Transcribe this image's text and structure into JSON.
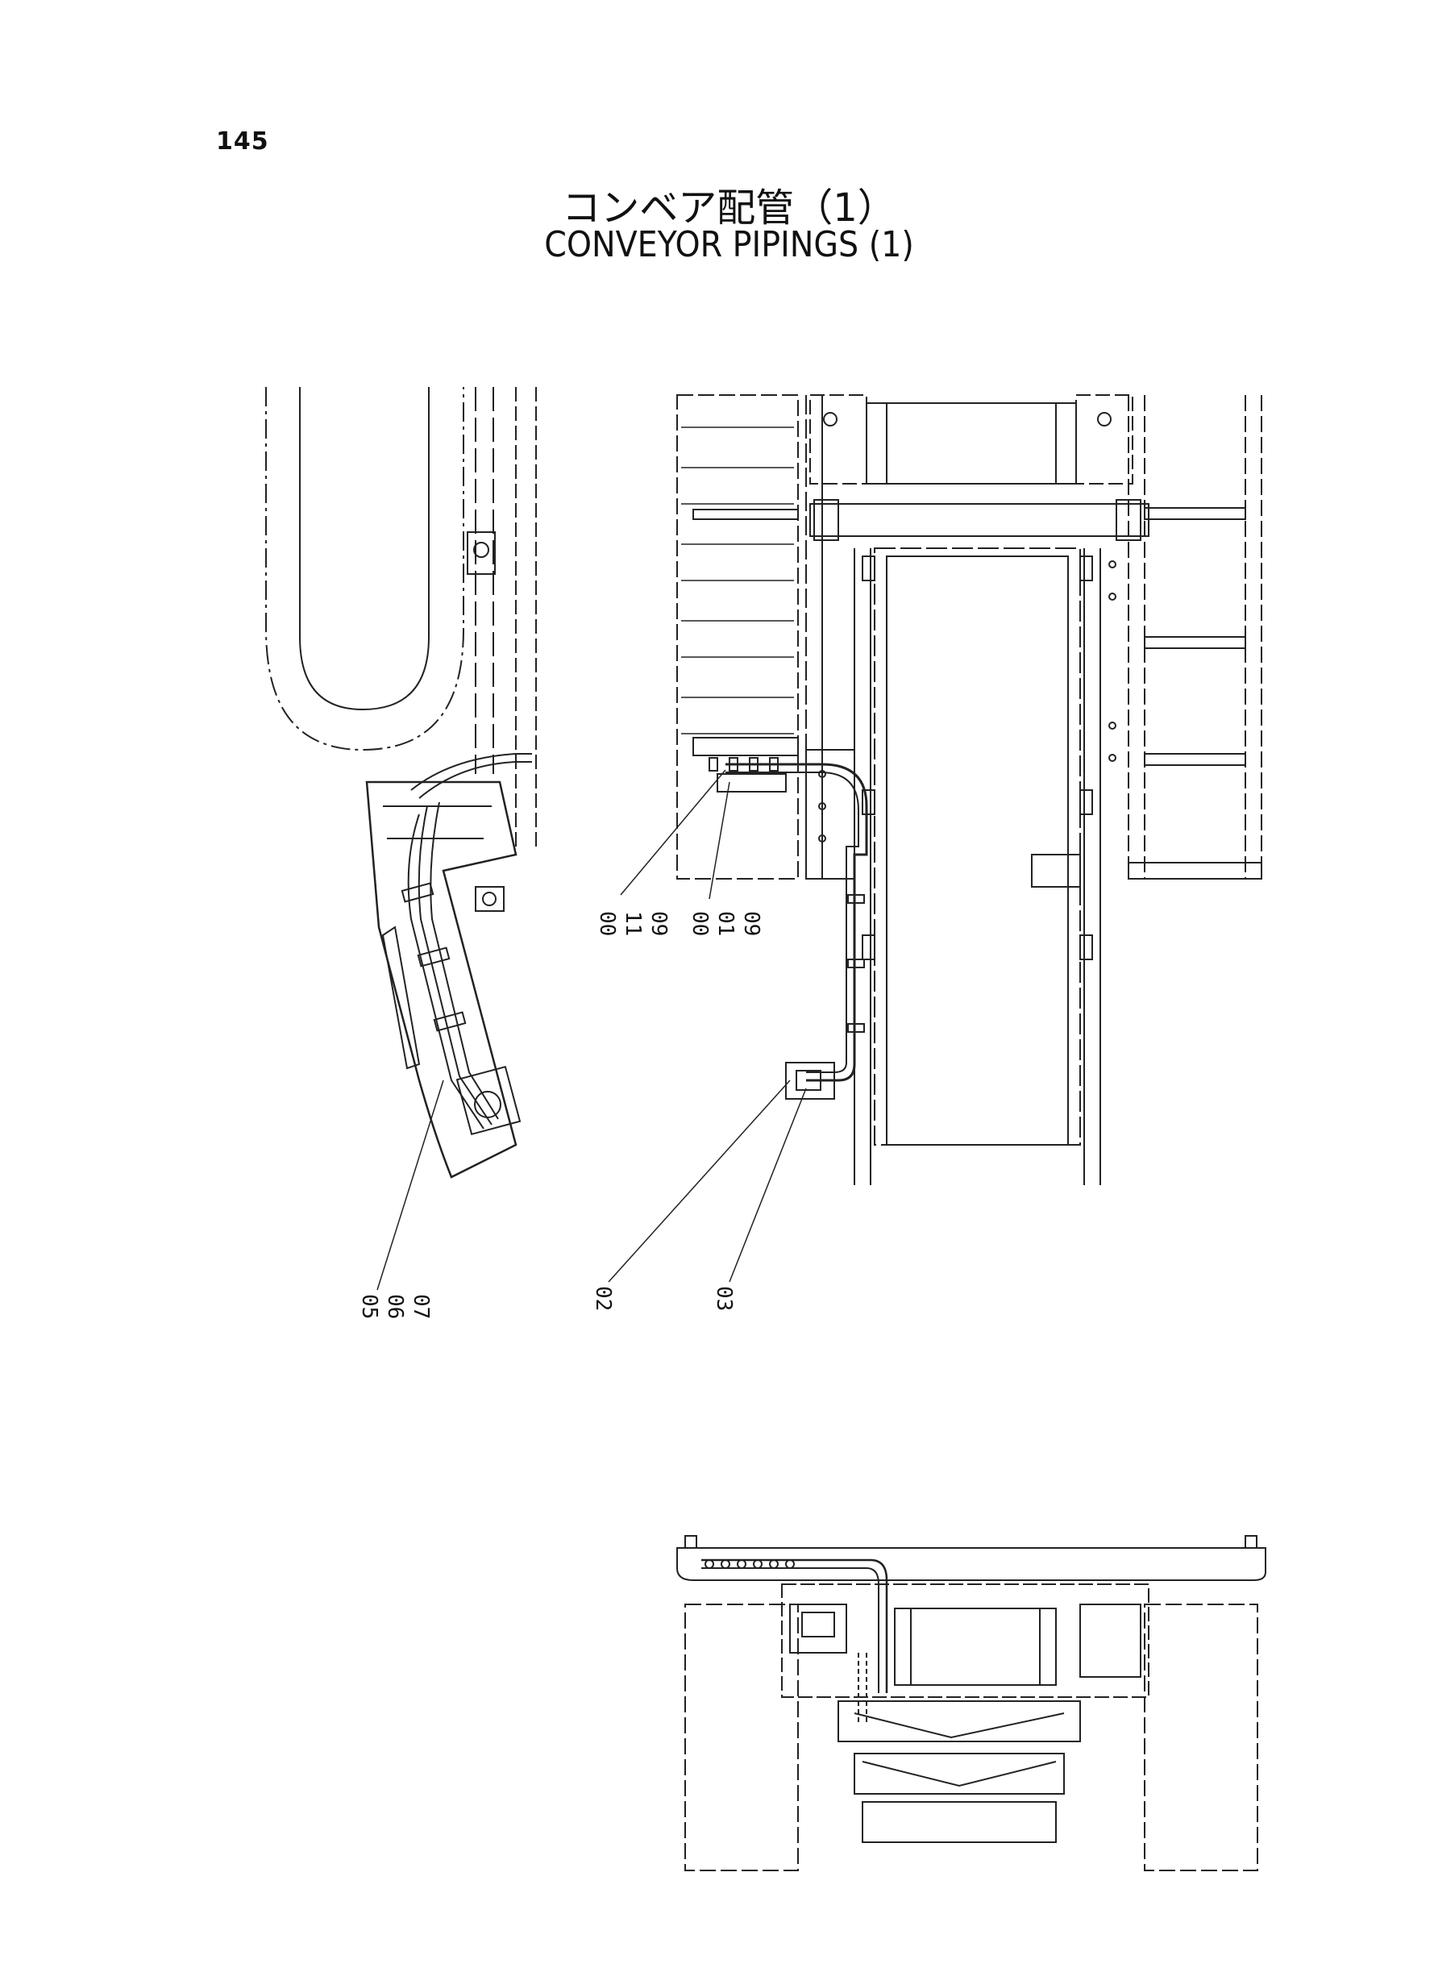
{
  "page": {
    "number": "145"
  },
  "title": {
    "japanese": "コンベア配管（1）",
    "english": "CONVEYOR PIPINGS (1)"
  },
  "callouts": {
    "c1": {
      "a": "00",
      "b": "11",
      "c": "09"
    },
    "c2": {
      "a": "00",
      "b": "01",
      "c": "09"
    },
    "c3": {
      "a": "05",
      "b": "06",
      "c": "07"
    },
    "c4": {
      "a": "02"
    },
    "c5": {
      "a": "03"
    }
  }
}
